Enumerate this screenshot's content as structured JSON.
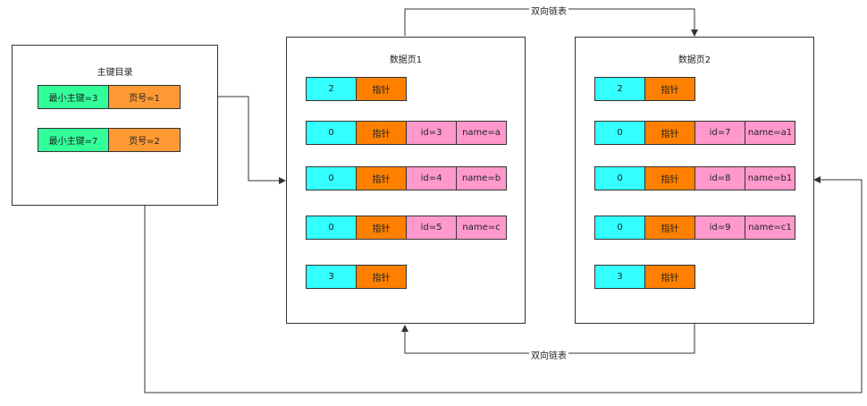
{
  "directory": {
    "title": "主键目录",
    "rows": [
      {
        "min_key": "最小主键=3",
        "page_no": "页号=1"
      },
      {
        "min_key": "最小主键=7",
        "page_no": "页号=2"
      }
    ]
  },
  "pages": [
    {
      "title": "数据页1",
      "records": [
        {
          "type": "2",
          "ptr": "指针"
        },
        {
          "type": "0",
          "ptr": "指针",
          "id": "id=3",
          "name": "name=a"
        },
        {
          "type": "0",
          "ptr": "指针",
          "id": "id=4",
          "name": "name=b"
        },
        {
          "type": "0",
          "ptr": "指针",
          "id": "id=5",
          "name": "name=c"
        },
        {
          "type": "3",
          "ptr": "指针"
        }
      ]
    },
    {
      "title": "数据页2",
      "records": [
        {
          "type": "2",
          "ptr": "指针"
        },
        {
          "type": "0",
          "ptr": "指针",
          "id": "id=7",
          "name": "name=a1"
        },
        {
          "type": "0",
          "ptr": "指针",
          "id": "id=8",
          "name": "name=b1"
        },
        {
          "type": "0",
          "ptr": "指针",
          "id": "id=9",
          "name": "name=c1"
        },
        {
          "type": "3",
          "ptr": "指针"
        }
      ]
    }
  ],
  "links": {
    "top_label": "双向链表",
    "bottom_label": "双向链表"
  },
  "colors": {
    "type_cell": "#33ffff",
    "pointer_cell": "#ff8000",
    "field_cell": "#ff99cc",
    "min_key_cell": "#33ff99",
    "page_no_cell": "#ff9933"
  }
}
